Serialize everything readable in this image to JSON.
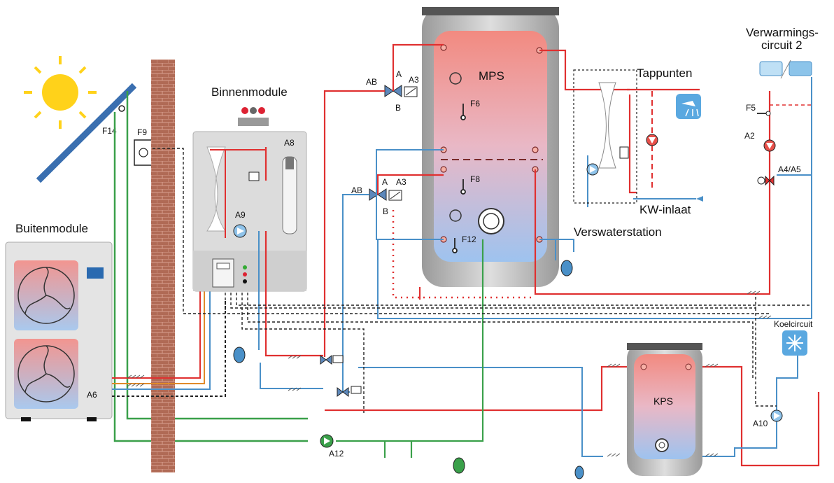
{
  "labels": {
    "buitenmodule": "Buitenmodule",
    "binnenmodule": "Binnenmodule",
    "mps": "MPS",
    "kps": "KPS",
    "tappunten": "Tappunten",
    "verwarmingscircuit_line1": "Verwarmings-",
    "verwarmingscircuit_line2": "circuit 2",
    "kw_inlaat": "KW-inlaat",
    "verswaterstation": "Verswaterstation",
    "koelcircuit": "Koelcircuit",
    "f14": "F14",
    "f9": "F9",
    "f6": "F6",
    "f8": "F8",
    "f12": "F12",
    "f5": "F5",
    "a8": "A8",
    "a9": "A9",
    "a6": "A6",
    "a12": "A12",
    "a2": "A2",
    "a4a5": "A4/A5",
    "a10": "A10",
    "a3_top": "A3",
    "a3_mid": "A3",
    "ab_top": "AB",
    "ab_mid": "AB",
    "a_top": "A",
    "b_top": "B",
    "a_mid": "A",
    "b_mid": "B"
  },
  "colors": {
    "hot": "#e03030",
    "cold": "#4a90c8",
    "solar": "#3aa04a",
    "orange": "#e08a2a",
    "wall": "#b5705a",
    "tank_shell": "#c8c8c8"
  },
  "icons": [
    "sun-icon",
    "snowflake-icon",
    "shower-icon",
    "pump-icon",
    "valve-icon"
  ]
}
